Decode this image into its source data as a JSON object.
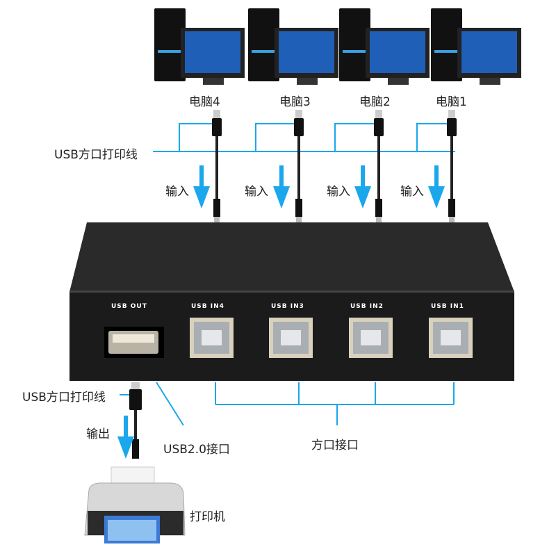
{
  "computers": [
    {
      "label": "电脑4"
    },
    {
      "label": "电脑3"
    },
    {
      "label": "电脑2"
    },
    {
      "label": "电脑1"
    }
  ],
  "input_cable_label": "USB方口打印线",
  "input_arrow_label": "输入",
  "ports": {
    "out": "USB OUT",
    "in": [
      "USB IN4",
      "USB IN3",
      "USB IN2",
      "USB IN1"
    ]
  },
  "output_cable_label": "USB方口打印线",
  "output_arrow_label": "输出",
  "usb2_label": "USB2.0接口",
  "square_port_label": "方口接口",
  "printer_label": "打印机",
  "colors": {
    "accent": "#1aa7ec",
    "device": "#1b1b1b"
  }
}
